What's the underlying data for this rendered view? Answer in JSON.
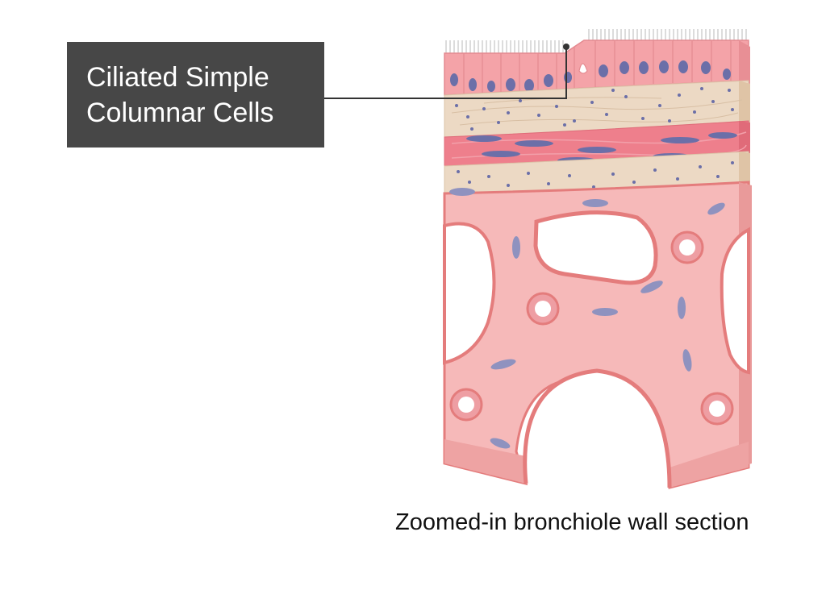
{
  "label": {
    "line1": "Ciliated Simple",
    "line2": "Columnar Cells"
  },
  "caption": "Zoomed-in bronchiole wall section",
  "colors": {
    "label_bg": "#474747",
    "epithelium": "#f4a3a8",
    "nucleus": "#6b6fa8",
    "connective": "#ecd9c4",
    "smooth_muscle": "#ee7f8c",
    "alveolar_wall": "#f6b9b9",
    "alveolar_edge": "#e47c7c",
    "leader_line": "#333333"
  }
}
